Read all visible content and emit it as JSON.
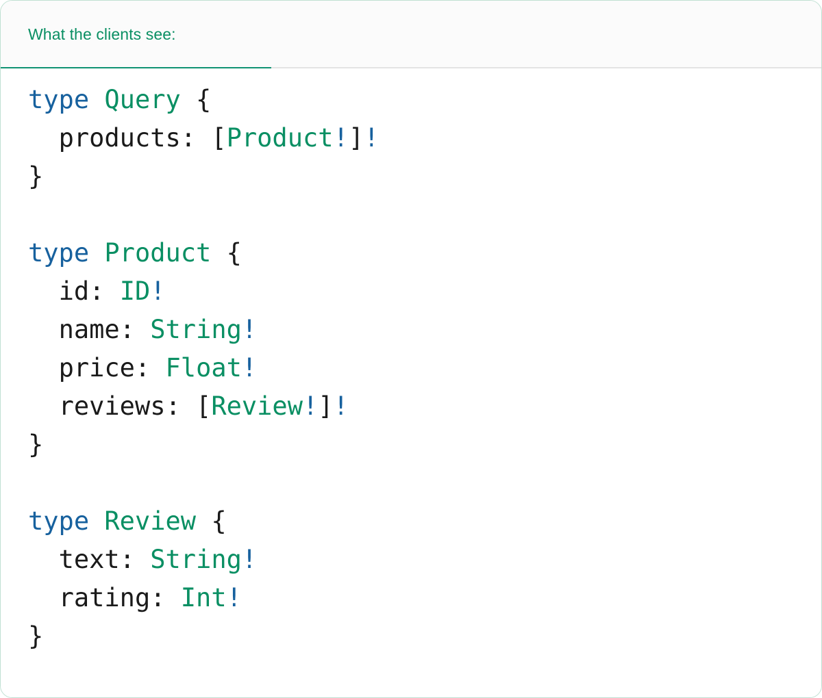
{
  "card": {
    "border_color": "#bfe0d2",
    "background": "#ffffff"
  },
  "header": {
    "tab_label": "What the clients see:",
    "tab_active": true,
    "accent_color": "#109272",
    "label_color": "#0a8f63",
    "background": "#fbfbfb",
    "divider_color": "#e3e3e3"
  },
  "code": {
    "language": "graphql",
    "colors": {
      "keyword": "#17619e",
      "type_name": "#0a8f63",
      "punctuation": "#1a1a1a",
      "non_null_bang": "#17619e",
      "field_name": "#1a1a1a"
    },
    "lines": [
      {
        "id": "l1",
        "tokens": [
          {
            "t": "type",
            "c": "kw"
          },
          {
            "t": " ",
            "c": "punc"
          },
          {
            "t": "Query",
            "c": "type"
          },
          {
            "t": " {",
            "c": "punc"
          }
        ]
      },
      {
        "id": "l2",
        "tokens": [
          {
            "t": "  ",
            "c": "punc"
          },
          {
            "t": "products",
            "c": "field"
          },
          {
            "t": ": [",
            "c": "punc"
          },
          {
            "t": "Product",
            "c": "type"
          },
          {
            "t": "!",
            "c": "bang"
          },
          {
            "t": "]",
            "c": "punc"
          },
          {
            "t": "!",
            "c": "bang"
          }
        ]
      },
      {
        "id": "l3",
        "tokens": [
          {
            "t": "}",
            "c": "punc"
          }
        ]
      },
      {
        "id": "l4",
        "tokens": [
          {
            "t": "",
            "c": "punc"
          }
        ]
      },
      {
        "id": "l5",
        "tokens": [
          {
            "t": "type",
            "c": "kw"
          },
          {
            "t": " ",
            "c": "punc"
          },
          {
            "t": "Product",
            "c": "type"
          },
          {
            "t": " {",
            "c": "punc"
          }
        ]
      },
      {
        "id": "l6",
        "tokens": [
          {
            "t": "  ",
            "c": "punc"
          },
          {
            "t": "id",
            "c": "field"
          },
          {
            "t": ": ",
            "c": "punc"
          },
          {
            "t": "ID",
            "c": "type"
          },
          {
            "t": "!",
            "c": "bang"
          }
        ]
      },
      {
        "id": "l7",
        "tokens": [
          {
            "t": "  ",
            "c": "punc"
          },
          {
            "t": "name",
            "c": "field"
          },
          {
            "t": ": ",
            "c": "punc"
          },
          {
            "t": "String",
            "c": "type"
          },
          {
            "t": "!",
            "c": "bang"
          }
        ]
      },
      {
        "id": "l8",
        "tokens": [
          {
            "t": "  ",
            "c": "punc"
          },
          {
            "t": "price",
            "c": "field"
          },
          {
            "t": ": ",
            "c": "punc"
          },
          {
            "t": "Float",
            "c": "type"
          },
          {
            "t": "!",
            "c": "bang"
          }
        ]
      },
      {
        "id": "l9",
        "tokens": [
          {
            "t": "  ",
            "c": "punc"
          },
          {
            "t": "reviews",
            "c": "field"
          },
          {
            "t": ": [",
            "c": "punc"
          },
          {
            "t": "Review",
            "c": "type"
          },
          {
            "t": "!",
            "c": "bang"
          },
          {
            "t": "]",
            "c": "punc"
          },
          {
            "t": "!",
            "c": "bang"
          }
        ]
      },
      {
        "id": "l10",
        "tokens": [
          {
            "t": "}",
            "c": "punc"
          }
        ]
      },
      {
        "id": "l11",
        "tokens": [
          {
            "t": "",
            "c": "punc"
          }
        ]
      },
      {
        "id": "l12",
        "tokens": [
          {
            "t": "type",
            "c": "kw"
          },
          {
            "t": " ",
            "c": "punc"
          },
          {
            "t": "Review",
            "c": "type"
          },
          {
            "t": " {",
            "c": "punc"
          }
        ]
      },
      {
        "id": "l13",
        "tokens": [
          {
            "t": "  ",
            "c": "punc"
          },
          {
            "t": "text",
            "c": "field"
          },
          {
            "t": ": ",
            "c": "punc"
          },
          {
            "t": "String",
            "c": "type"
          },
          {
            "t": "!",
            "c": "bang"
          }
        ]
      },
      {
        "id": "l14",
        "tokens": [
          {
            "t": "  ",
            "c": "punc"
          },
          {
            "t": "rating",
            "c": "field"
          },
          {
            "t": ": ",
            "c": "punc"
          },
          {
            "t": "Int",
            "c": "type"
          },
          {
            "t": "!",
            "c": "bang"
          }
        ]
      },
      {
        "id": "l15",
        "tokens": [
          {
            "t": "}",
            "c": "punc"
          }
        ]
      }
    ]
  }
}
